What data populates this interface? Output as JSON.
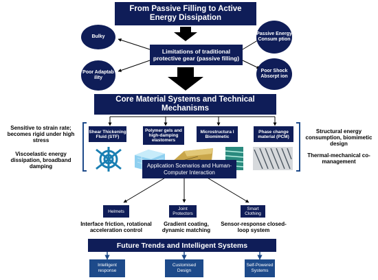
{
  "title": "From Passive Filling to Active Energy Dissipation",
  "limitations": "Limitations of traditional protective gear (passive filling)",
  "left_nodes": [
    "Bulky",
    "Poor Adaptab ility"
  ],
  "right_nodes": [
    "Passive Energy Consum ption",
    "Poor Shock Absorpt ion"
  ],
  "core_title": "Core Material Systems and Technical Mechanisms",
  "materials": [
    {
      "label": "Shear Thickening Fluid (STF)",
      "icon": "stf-lattice-icon"
    },
    {
      "label": "Polymer gels and high-damping elastomers",
      "icon": "gel-cube-icon"
    },
    {
      "label": "Microstructura l Biomimetic",
      "icon": "biomimetic-shell-icon"
    },
    {
      "label": "Phase change material (PCM)",
      "icon": "pcm-structure-icon"
    }
  ],
  "left_notes": [
    "Sensitive to strain rate; becomes rigid under high stress",
    "Viscoelastic energy dissipation, broadband damping"
  ],
  "right_notes": [
    "Structural energy consumption, biomimetic design",
    "Thermal-mechanical co-management"
  ],
  "application_title": "Application Scenarios and Human-Computer Interaction",
  "applications": [
    {
      "label": "Helmets",
      "desc": "Interface friction, rotational acceleration control"
    },
    {
      "label": "Joint Protectors",
      "desc": "Gradient coating, dynamic matching"
    },
    {
      "label": "Smart Clothing",
      "desc": "Sensor-response closed-loop system"
    }
  ],
  "future_title": "Future Trends and Intelligent Systems",
  "future": [
    "Intelligent response",
    "Customised Design",
    "Self-Powered Systems"
  ],
  "colors": {
    "navy": "#0f1d58",
    "blue": "#1d4a8a",
    "arrow": "#000000"
  }
}
